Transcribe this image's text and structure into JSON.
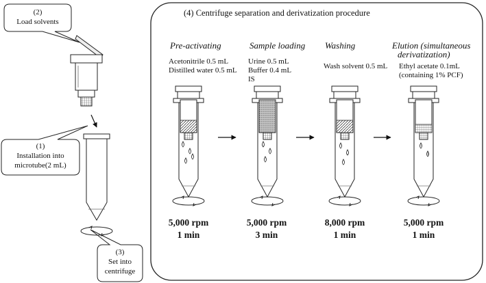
{
  "panel": {
    "title": "(4) Centrifuge separation and derivatization procedure"
  },
  "callouts": {
    "load": {
      "line1": "(2)",
      "line2": "Load solvents"
    },
    "install": {
      "line1": "(1)",
      "line2": "Installation into",
      "line3": "microtube(2 mL)"
    },
    "centrifuge": {
      "line1": "(3)",
      "line2": "Set into",
      "line3": "centrifuge"
    }
  },
  "stages": [
    {
      "title1": "Pre-activating",
      "title2": "",
      "lines": [
        "Acetonitrile  0.5 mL",
        "Distilled water 0.5 mL",
        ""
      ],
      "rpm": "5,000 rpm",
      "time": "1 min"
    },
    {
      "title1": "Sample loading",
      "title2": "",
      "lines": [
        "Urine 0.5 mL",
        "Buffer 0.4 mL",
        "IS"
      ],
      "rpm": "5,000 rpm",
      "time": "3 min"
    },
    {
      "title1": "Washing",
      "title2": "",
      "lines": [
        "Wash solvent 0.5 mL",
        "",
        ""
      ],
      "rpm": "8,000 rpm",
      "time": "1 min"
    },
    {
      "title1": "Elution (simultaneous",
      "title2": "derivatization)",
      "lines": [
        "Ethyl acetate  0.1mL",
        "(containing 1% PCF)",
        ""
      ],
      "rpm": "5,000 rpm",
      "time": "1 min"
    }
  ]
}
